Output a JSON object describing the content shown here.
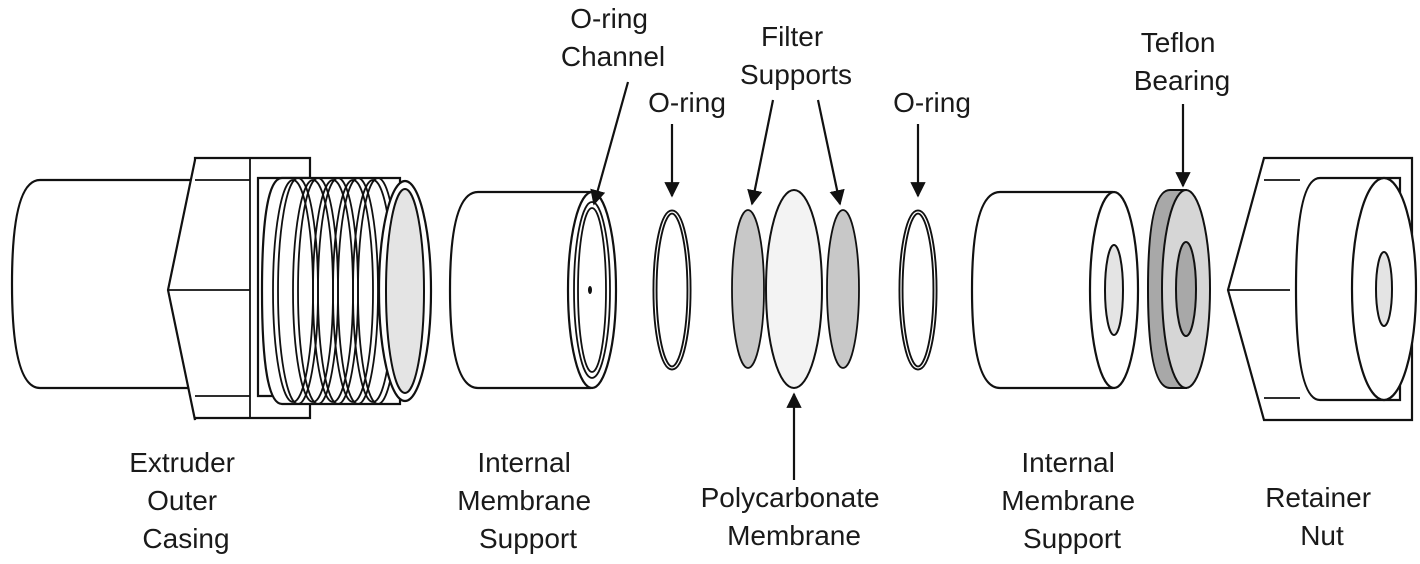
{
  "labels": {
    "oring_channel": [
      "O-ring",
      "Channel"
    ],
    "oring_left": "O-ring",
    "filter_supports": [
      "Filter",
      "Supports"
    ],
    "oring_right": "O-ring",
    "teflon_bearing": [
      "Teflon",
      "Bearing"
    ],
    "extruder_outer_casing": [
      "Extruder",
      "Outer",
      "Casing"
    ],
    "internal_membrane_support_left": [
      "Internal",
      "Membrane",
      "Support"
    ],
    "polycarbonate_membrane": [
      "Polycarbonate",
      "Membrane"
    ],
    "internal_membrane_support_right": [
      "Internal",
      "Membrane",
      "Support"
    ],
    "retainer_nut": [
      "Retainer",
      "Nut"
    ]
  },
  "colors": {
    "line": "#111111",
    "light_fill": "#e4e4e4",
    "filter_fill": "#c8c8c8",
    "teflon_fill": "#a8a8a8",
    "membrane_fill": "#f3f3f3"
  }
}
